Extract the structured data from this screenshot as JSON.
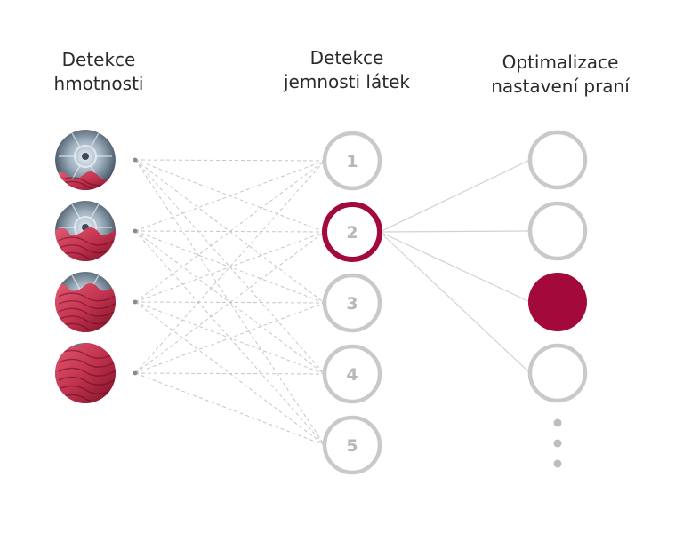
{
  "headings": {
    "weight": {
      "line1": "Detekce",
      "line2": "hmotnosti"
    },
    "softness": {
      "line1": "Detekce",
      "line2": "jemnosti látek"
    },
    "optimization": {
      "line1": "Optimalizace",
      "line2": "nastavení praní"
    }
  },
  "load_levels": [
    {
      "fill": 0.25
    },
    {
      "fill": 0.5
    },
    {
      "fill": 0.75
    },
    {
      "fill": 1.0
    }
  ],
  "softness_nodes": [
    {
      "label": "1",
      "active": false
    },
    {
      "label": "2",
      "active": true
    },
    {
      "label": "3",
      "active": false
    },
    {
      "label": "4",
      "active": false
    },
    {
      "label": "5",
      "active": false
    }
  ],
  "optimization_nodes": [
    {
      "filled": false
    },
    {
      "filled": false
    },
    {
      "filled": true
    },
    {
      "filled": false
    }
  ],
  "colors": {
    "accent": "#a3093a",
    "node_ring": "#c9c9c9",
    "node_label": "#b7b7b7",
    "dashed_line": "#c6c6c6",
    "solid_line": "#d2d2d2",
    "dot": "#8a8a8a",
    "ellipsis_dot": "#bdbdbd",
    "fabric": "#c2334f",
    "drum": "#7a8ea0"
  }
}
